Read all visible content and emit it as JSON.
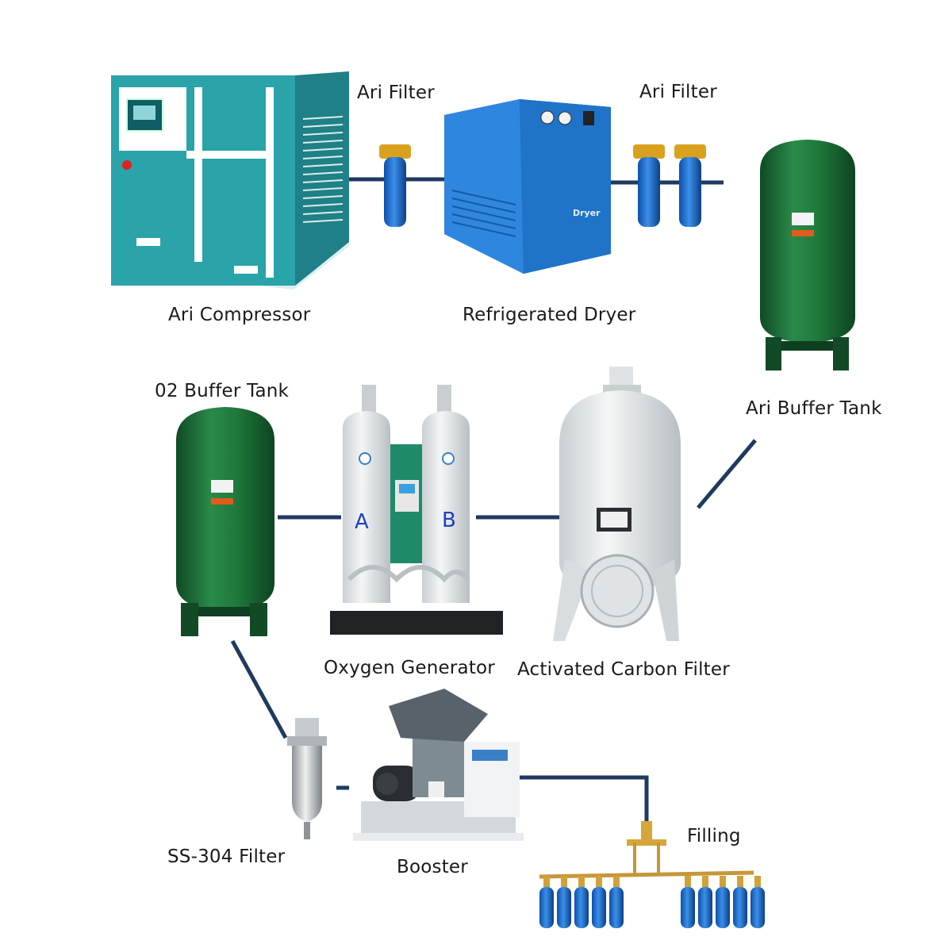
{
  "labels": {
    "air_filter_1": "Ari Filter",
    "air_filter_2": "Ari Filter",
    "air_compressor": "Ari Compressor",
    "refrigerated_dryer": "Refrigerated Dryer",
    "o2_buffer_tank": "02 Buffer Tank",
    "air_buffer_tank": "Ari Buffer Tank",
    "oxygen_generator": "Oxygen Generator",
    "activated_carbon_filter": "Activated Carbon Filter",
    "ss304_filter": "SS-304 Filter",
    "booster": "Booster",
    "filling": "Filling"
  },
  "equipment_text": {
    "dryer_panel": "Dryer",
    "tower_a": "A",
    "tower_b": "B"
  },
  "colors": {
    "pipe": "#1f3a5f",
    "compressor": "#2aa3a9",
    "dryer": "#1e7fd6",
    "filter": "#1f6fcf",
    "tank": "#1e6b38",
    "white_vessel": "#ecefef",
    "cylinder": "#1f5fd0"
  },
  "icons": [
    "compressor-unit",
    "air-filter",
    "dryer-unit",
    "pressure-tank",
    "psa-generator",
    "carbon-filter-vessel",
    "stainless-filter",
    "booster-compressor",
    "gas-cylinder"
  ]
}
